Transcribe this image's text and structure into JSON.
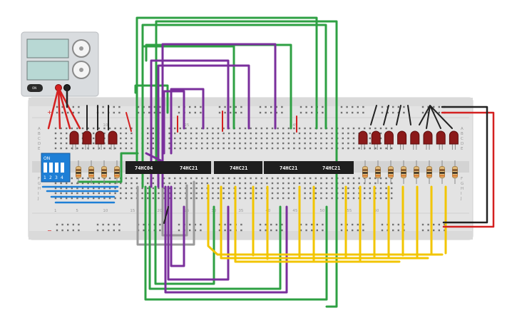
{
  "power_supply": {
    "button_label": "ON",
    "knob_count": 2
  },
  "dip_switch": {
    "label": "ON",
    "positions": [
      "1",
      "2",
      "3",
      "4"
    ]
  },
  "breadboard": {
    "column_labels": [
      "1",
      "5",
      "10",
      "15",
      "20",
      "25",
      "30",
      "35",
      "40",
      "45",
      "50",
      "55",
      "60"
    ],
    "top_column_labels": [
      "10",
      "25",
      "45"
    ],
    "row_labels_top": [
      "A",
      "B",
      "C",
      "D",
      "E"
    ],
    "row_labels_bottom": [
      "F",
      "G",
      "H",
      "I",
      "J"
    ],
    "rail_plus": "+",
    "rail_minus": "−"
  },
  "chips": [
    {
      "label": "74HC04"
    },
    {
      "label": "74HC21"
    },
    {
      "label": "74HC21"
    },
    {
      "label": "74HC21"
    },
    {
      "label": "74HC21"
    }
  ],
  "leds": {
    "left_count": 4,
    "right_count": 8,
    "color": "#8b1a1a"
  },
  "colors": {
    "breadboard": "#e3e3e3",
    "chip": "#1e1e1e",
    "wire_green": "#2ea043",
    "wire_purple": "#7a2f9c",
    "wire_yellow": "#f2c500",
    "wire_blue": "#1e7fd6",
    "wire_red": "#d42020",
    "wire_black": "#222222",
    "wire_gray": "#9a9a9a"
  }
}
